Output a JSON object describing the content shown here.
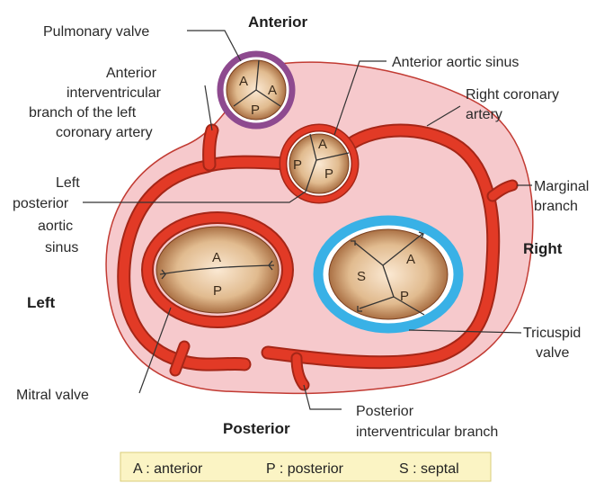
{
  "directions": {
    "anterior": "Anterior",
    "posterior": "Posterior",
    "left": "Left",
    "right": "Right"
  },
  "labels": {
    "pulmonary_valve": "Pulmonary valve",
    "anterior_interventricular": [
      "Anterior",
      "interventricular",
      "branch of the left",
      "coronary artery"
    ],
    "anterior_aortic_sinus": "Anterior aortic sinus",
    "right_coronary_artery": [
      "Right coronary",
      "artery"
    ],
    "marginal_branch": [
      "Marginal",
      "branch"
    ],
    "left_posterior_aortic_sinus": [
      "Left",
      "posterior",
      "aortic",
      "sinus"
    ],
    "tricuspid_valve": [
      "Tricuspid",
      "valve"
    ],
    "mitral_valve": "Mitral valve",
    "posterior_interventricular": [
      "Posterior",
      "interventricular branch"
    ]
  },
  "valve_letters": {
    "pulmonary": [
      "A",
      "A",
      "P"
    ],
    "aortic": [
      "A",
      "P",
      "P"
    ],
    "mitral": [
      "A",
      "P"
    ],
    "tricuspid": [
      "S",
      "A",
      "P"
    ]
  },
  "legend": {
    "a": "A : anterior",
    "p": "P : posterior",
    "s": "S : septal"
  },
  "colors": {
    "heart_fill": "#f6c9cc",
    "heart_outline": "#c23b33",
    "artery": "#e23a26",
    "artery_dark": "#a52617",
    "pulmonary_ring": "#8e4a8f",
    "tricuspid_ring": "#39b1e6",
    "valve_cusp": "#c89a6e",
    "legend_fill": "#fbf4c4"
  }
}
